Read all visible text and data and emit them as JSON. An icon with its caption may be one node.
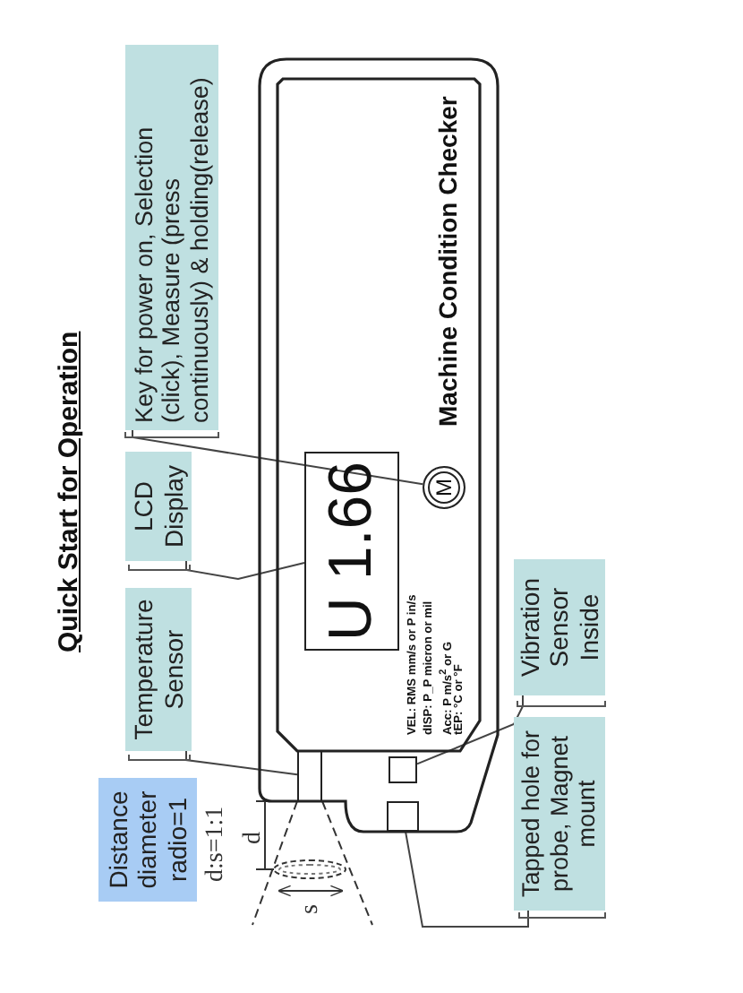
{
  "diagram": {
    "title": "Quick Start for Operation",
    "nodes": [
      {
        "text": [
          "Key for power on, Selection (click), Measure (press continuously) & holding(release)"
        ]
      },
      {
        "text": [
          "LCD Display"
        ]
      },
      {
        "text": [
          "Temperature Sensor"
        ]
      },
      {
        "text": [
          "Distance diameter radio=1"
        ]
      },
      {
        "text": [
          "Vibration Sensor Inside"
        ]
      },
      {
        "text": [
          "Tapped hole for probe, Magnet mount"
        ]
      },
      {
        "text": [
          "Machine Condition Checker"
        ]
      },
      {
        "text": [
          "U 1.66"
        ],
        "in": 6
      },
      {
        "text": [
          "M"
        ],
        "in": 6
      },
      {
        "text": [],
        "shape": "box",
        "in": 6
      },
      {
        "text": [],
        "shape": "box",
        "in": 6
      },
      {
        "text": [],
        "shape": "box",
        "in": 6
      }
    ],
    "edges": [
      {
        "from": 0,
        "to": 8,
        "arrow": "none"
      },
      {
        "from": 1,
        "to": 7,
        "arrow": "none"
      },
      {
        "from": 2,
        "to": 9,
        "arrow": "none"
      },
      {
        "from": 4,
        "to": 10,
        "arrow": "none"
      },
      {
        "from": 5,
        "to": 11,
        "arrow": "none"
      }
    ],
    "labels": [
      "d:s=1:1",
      "d",
      "s",
      "VEL: RMS mm/s or P in/s",
      "dISP: P_P micron or mil",
      "Acc: P m/s$^{2}$ or G",
      "tEP: °C or °F"
    ]
  }
}
